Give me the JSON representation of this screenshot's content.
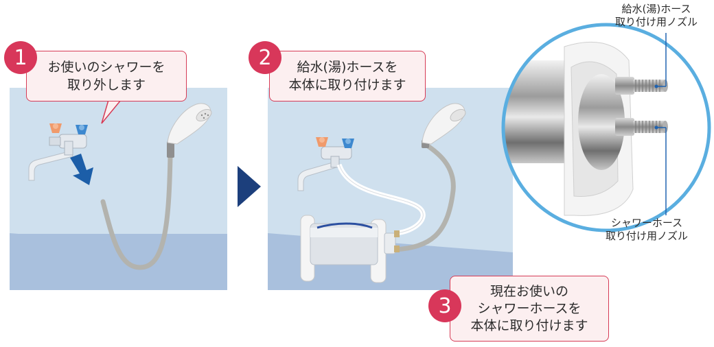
{
  "steps": [
    {
      "number": "1",
      "lines": [
        "お使いのシャワーを",
        "取り外します"
      ]
    },
    {
      "number": "2",
      "lines": [
        "給水(湯)ホースを",
        "本体に取り付けます"
      ]
    },
    {
      "number": "3",
      "lines": [
        "現在お使いの",
        "シャワーホースを",
        "本体に取り付けます"
      ]
    }
  ],
  "labels": {
    "top_nozzle": [
      "給水(湯)ホース",
      "取り付け用ノズル"
    ],
    "bottom_nozzle": [
      "シャワーホース",
      "取り付け用ノズル"
    ]
  },
  "colors": {
    "accent": "#d8375a",
    "bubble_fill": "#fceff0",
    "arrow_navy": "#1c3f7c",
    "wall": "#cfe0ee",
    "floor": "#a9c0dd",
    "hose_gray": "#b3b3ae",
    "circle_border": "#5aaee0",
    "leader_line": "#1f62b0",
    "hot_handle": "#f09a6b",
    "cold_handle": "#3d88cf"
  },
  "icons": [
    "down-arrow-icon",
    "next-arrow-icon"
  ]
}
